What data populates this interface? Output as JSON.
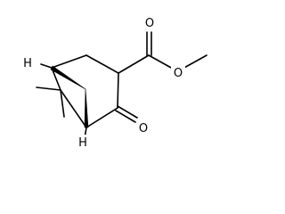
{
  "molecule": {
    "atom_labels": {
      "h_upper": "H",
      "h_lower": "H",
      "ester_carbonyl_o": "O",
      "ester_ether_o": "O",
      "ketone_o": "O"
    }
  }
}
